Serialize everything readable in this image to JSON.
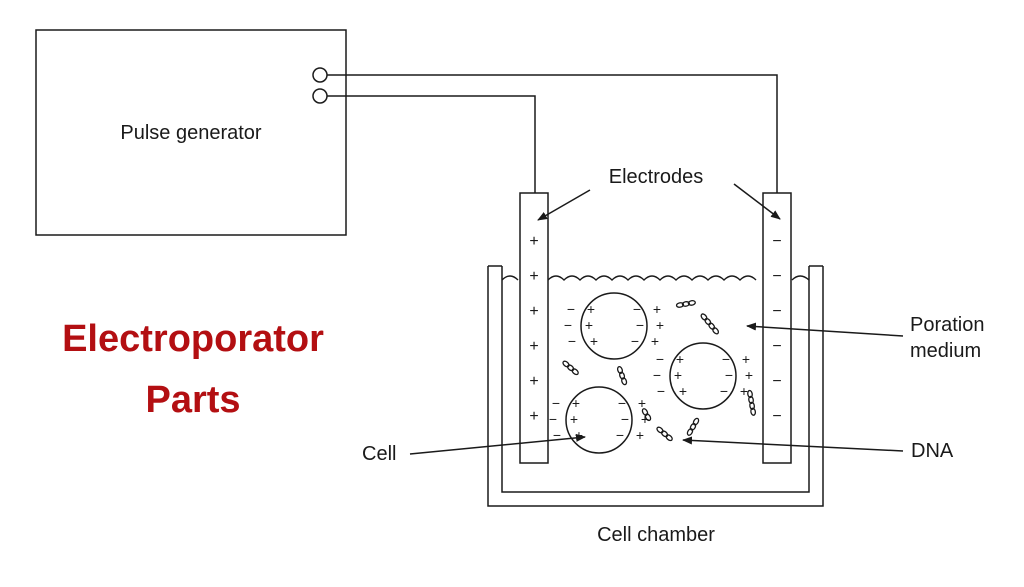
{
  "title": {
    "line1": "Electroporator",
    "line2": "Parts",
    "color": "#b30f12"
  },
  "labels": {
    "pulse_generator": "Pulse generator",
    "electrodes": "Electrodes",
    "poration_medium_line1": "Poration",
    "poration_medium_line2": "medium",
    "cell": "Cell",
    "dna": "DNA",
    "cell_chamber": "Cell chamber"
  },
  "signs": {
    "positive": "+",
    "negative": "−"
  },
  "icons": [
    "terminal-icon",
    "arrow-icon",
    "dna-strand-icon",
    "cell-icon"
  ]
}
